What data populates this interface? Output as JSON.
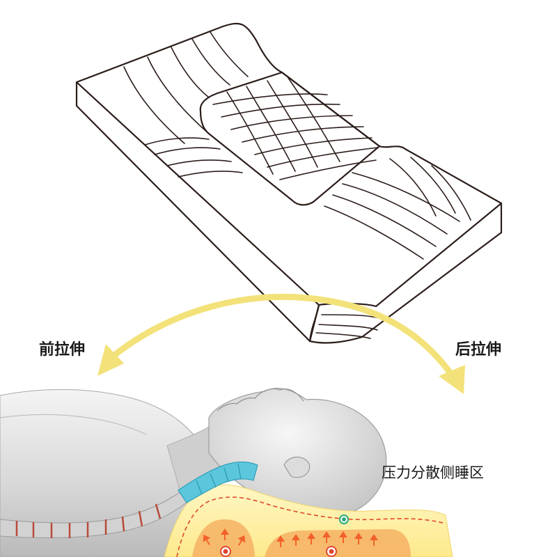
{
  "labels": {
    "front_stretch": "前拉伸",
    "back_stretch": "后拉伸",
    "side_sleep_zone": "压力分散侧睡区"
  },
  "icons": [
    "pillow-illustration",
    "arc-arrow",
    "head-neck-illustration",
    "spine",
    "pressure-arrow"
  ],
  "colors": {
    "arc": "#f3e27a",
    "outline": "#2b1d1a",
    "pillow_layer": "#fff2a6",
    "pressure_zone": "#f6b265",
    "pressure_arrow": "#f2612a",
    "vertebra": "#5cc6dc",
    "skin": "#d9d9d9"
  }
}
